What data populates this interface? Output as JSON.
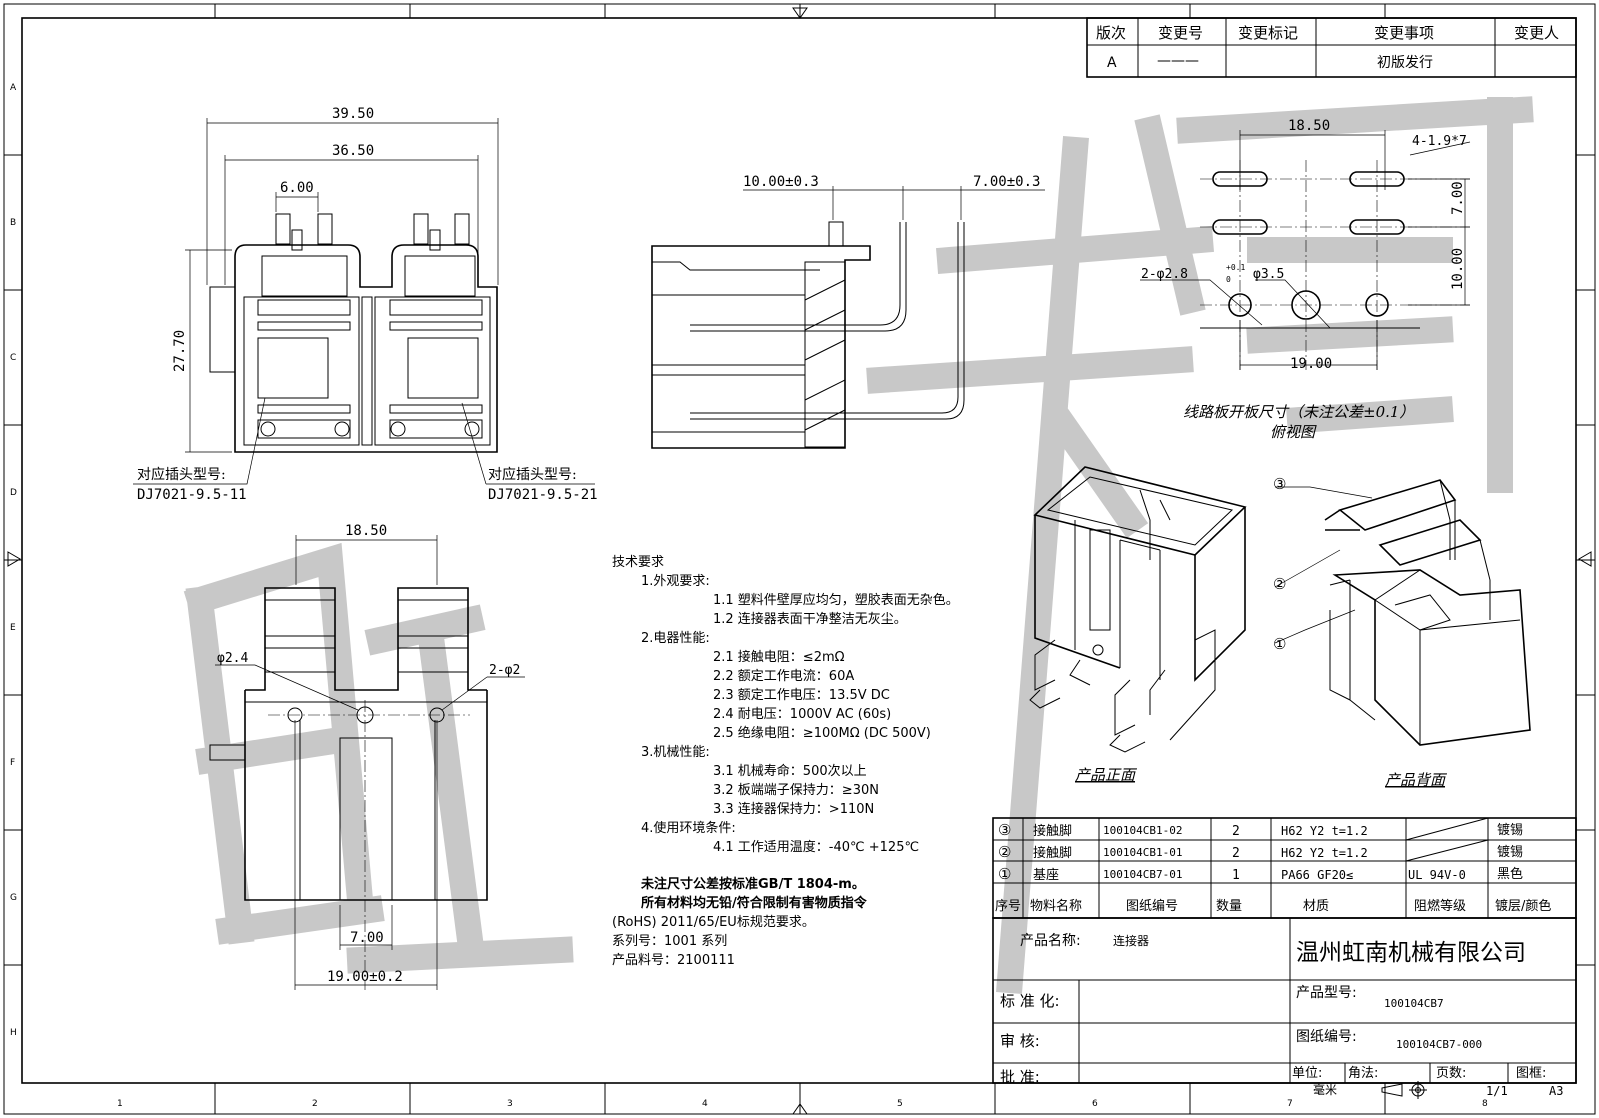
{
  "border": {
    "top_numbers": [
      "1",
      "2",
      "3",
      "4",
      "5",
      "6",
      "7",
      "8"
    ],
    "side_letters": [
      "A",
      "B",
      "C",
      "D",
      "E",
      "F",
      "G",
      "H"
    ]
  },
  "revision_table": {
    "headers": [
      "版次",
      "变更号",
      "变更标记",
      "变更事项",
      "变更人"
    ],
    "row": {
      "version": "A",
      "change_no": "———",
      "change_mark": "",
      "item": "初版发行",
      "person": ""
    }
  },
  "front_view": {
    "dim_width_outer": "39.50",
    "dim_width_inner": "36.50",
    "dim_pin": "6.00",
    "dim_height": "27.70",
    "label_left": "对应插头型号:",
    "model_left": "DJ7021-9.5-11",
    "label_right": "对应插头型号:",
    "model_right": "DJ7021-9.5-21"
  },
  "side_view": {
    "dim_a": "10.00±0.3",
    "dim_b": "7.00±0.3"
  },
  "pcb_layout": {
    "dim_top": "18.50",
    "dim_slots": "4-1.9*7",
    "dim_v1": "7.00",
    "dim_v2": "10.00",
    "dim_hole_small": "2-φ2.8",
    "tol_up": "+0.1",
    "tol_down": "0",
    "dim_hole_big": "φ3.5",
    "dim_bottom": "19.00",
    "caption": "线路板开板尺寸（未注公差±0.1）",
    "subcaption": "俯视图"
  },
  "bottom_view": {
    "dim_top": "18.50",
    "dim_hole_a": "φ2.4",
    "dim_hole_b": "2-φ2",
    "dim_mid": "7.00",
    "dim_bottom": "19.00±0.2"
  },
  "tech_requirements": {
    "title": "技术要求",
    "lines": [
      "1.外观要求:",
      "1.1 塑料件壁厚应均匀，塑胶表面无杂色。",
      "1.2 连接器表面干净整洁无灰尘。",
      "2.电器性能:",
      "2.1 接触电阻：≤2mΩ",
      "2.2 额定工作电流：60A",
      "2.3 额定工作电压：13.5V DC",
      "2.4 耐电压：1000V AC  (60s)",
      "2.5 绝缘电阻：≥100MΩ (DC 500V)",
      "3.机械性能:",
      "3.1 机械寿命：500次以上",
      "3.2 板端端子保持力：≥30N",
      "3.3 连接器保持力：>110N",
      "4.使用环境条件:",
      "4.1 工作适用温度：-40℃  +125℃"
    ],
    "note1": "未注尺寸公差按标准GB/T 1804-m。",
    "note2": "所有材料均无铅/符合限制有害物质指令",
    "note3": "(RoHS) 2011/65/EU标规范要求。",
    "series": "系列号：1001 系列",
    "part_no": "产品料号：2100111"
  },
  "views_3d": {
    "front_caption": "产品正面",
    "back_caption": "产品背面",
    "callouts": [
      "③",
      "②",
      "①"
    ]
  },
  "bom": {
    "headers": [
      "序号",
      "物料名称",
      "图纸编号",
      "数量",
      "材质",
      "阻燃等级",
      "镀层/颜色"
    ],
    "rows": [
      {
        "no": "③",
        "name": "接触脚",
        "drawing": "100104CB1-02",
        "qty": "2",
        "material": "H62 Y2 t=1.2",
        "flame": "",
        "finish": "镀锡"
      },
      {
        "no": "②",
        "name": "接触脚",
        "drawing": "100104CB1-01",
        "qty": "2",
        "material": "H62 Y2 t=1.2",
        "flame": "",
        "finish": "镀锡"
      },
      {
        "no": "①",
        "name": "基座",
        "drawing": "100104CB7-01",
        "qty": "1",
        "material": "PA66 GF20≤",
        "flame": "UL 94V-0",
        "finish": "黑色"
      }
    ]
  },
  "title_block": {
    "product_name_label": "产品名称:",
    "product_name": "连接器",
    "company": "温州虹南机械有限公司",
    "std_label": "标 准 化:",
    "review_label": "审      核:",
    "approve_label": "批      准:",
    "model_label": "产品型号:",
    "model": "100104CB7",
    "drawing_label": "图纸编号:",
    "drawing_no": "100104CB7-000",
    "unit_label": "单位:",
    "unit": "毫米",
    "angle_label": "角法:",
    "pages_label": "页数:",
    "pages": "1/1",
    "frame_label": "图框:",
    "frame": "A3"
  }
}
